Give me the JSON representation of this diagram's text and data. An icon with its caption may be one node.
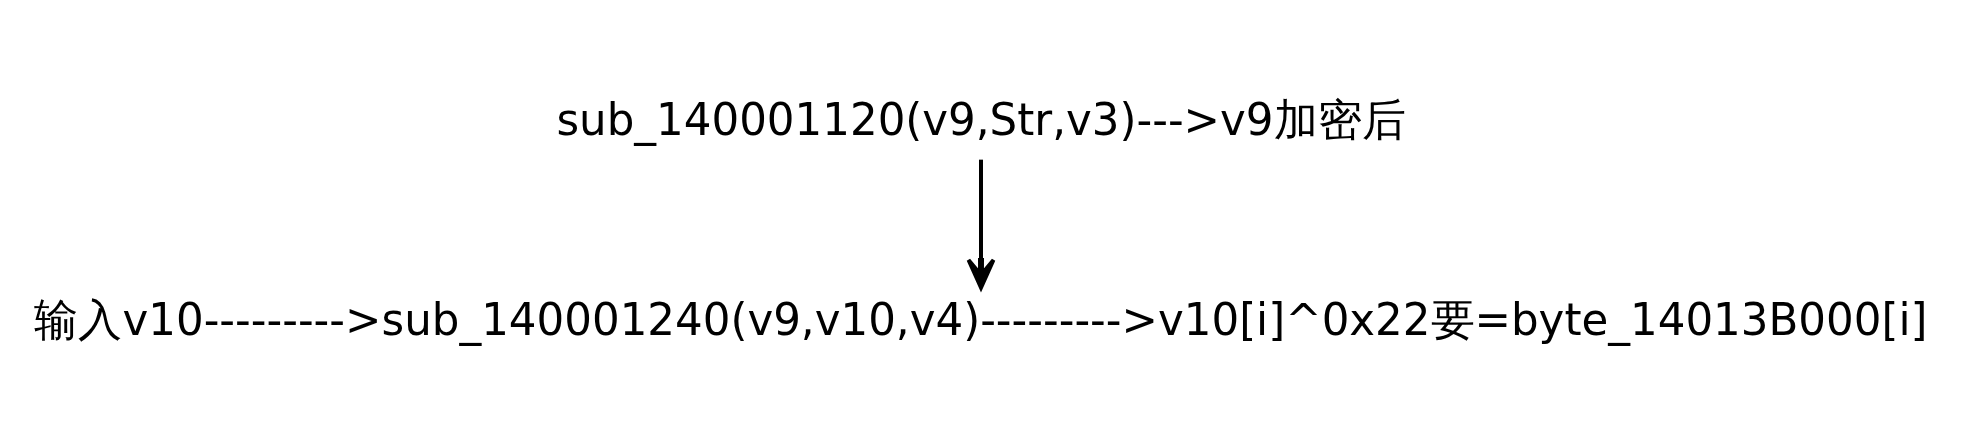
{
  "diagram": {
    "nodes": [
      {
        "text": [
          "sub_140001120(v9,Str,v3)--->v9加密后"
        ]
      },
      {
        "text": [
          "输入v10--------->sub_140001240(v9,v10,v4)--------->v10[i]^0x22要=byte_14013B000[i]"
        ]
      }
    ],
    "edges": [
      {
        "from": 0,
        "to": 1,
        "arrow": "to"
      }
    ]
  }
}
